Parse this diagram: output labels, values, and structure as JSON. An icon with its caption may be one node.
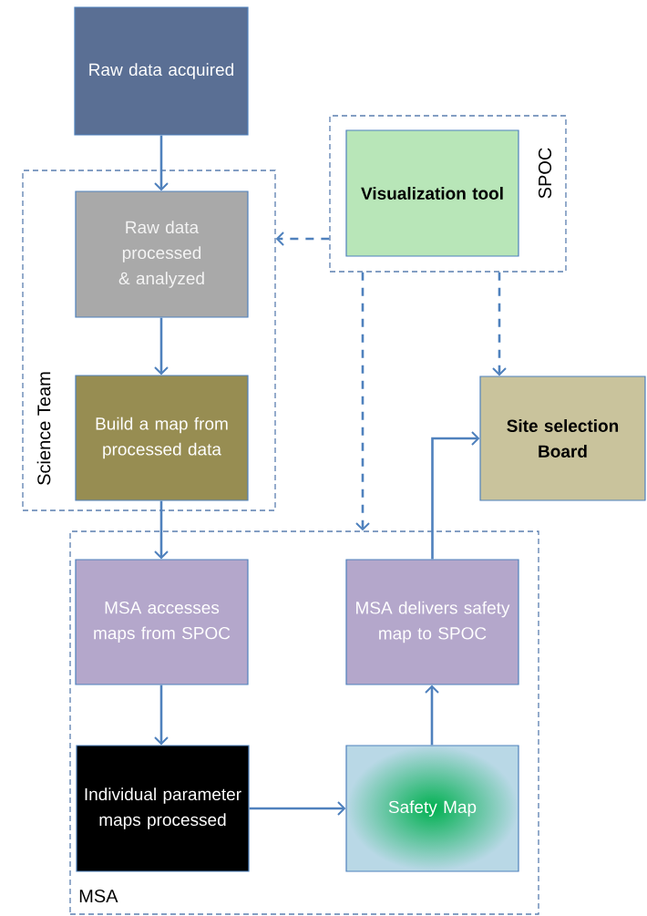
{
  "diagram": {
    "nodes": [
      {
        "text": [
          "Raw data acquired"
        ]
      },
      {
        "text": [
          "Science Team"
        ]
      },
      {
        "text": [
          "Raw data processed & analyzed"
        ],
        "in": 1
      },
      {
        "text": [
          "Build a map from processed data"
        ],
        "in": 1
      },
      {
        "text": [
          "SPOC"
        ]
      },
      {
        "text": [
          "Visualization tool"
        ],
        "in": 4
      },
      {
        "text": [
          "Site selection Board"
        ]
      },
      {
        "text": [
          "MSA"
        ]
      },
      {
        "text": [
          "MSA accesses maps from SPOC"
        ],
        "in": 7
      },
      {
        "text": [
          "MSA delivers safety map to SPOC"
        ],
        "in": 7
      },
      {
        "text": [
          "Individual parameter maps processed"
        ],
        "in": 7
      },
      {
        "text": [
          "Safety Map"
        ],
        "in": 7
      }
    ],
    "edges": [
      {
        "from": 0,
        "to": 2,
        "arrow": "to"
      },
      {
        "from": 2,
        "to": 3,
        "arrow": "to"
      },
      {
        "from": 3,
        "to": 8,
        "arrow": "to"
      },
      {
        "from": 4,
        "to": 1,
        "arrow": "to",
        "style": "dashed"
      },
      {
        "from": 4,
        "to": 7,
        "arrow": "to",
        "style": "dashed"
      },
      {
        "from": 4,
        "to": 6,
        "arrow": "to",
        "style": "dashed"
      },
      {
        "from": 8,
        "to": 10,
        "arrow": "to"
      },
      {
        "from": 10,
        "to": 11,
        "arrow": "to"
      },
      {
        "from": 11,
        "to": 9,
        "arrow": "to"
      },
      {
        "from": 9,
        "to": 6,
        "arrow": "to"
      }
    ]
  }
}
